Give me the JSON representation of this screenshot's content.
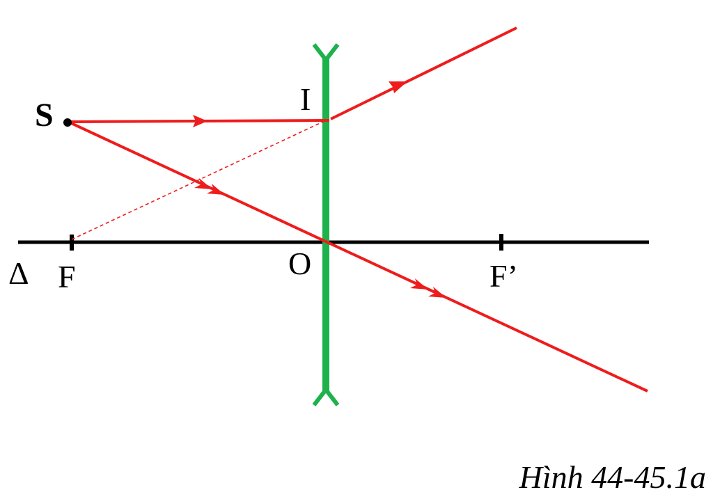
{
  "labels": {
    "source": "S",
    "incidence_point": "I",
    "optical_center": "O",
    "principal_axis": "Δ",
    "object_focus": "F",
    "image_focus": "F’"
  },
  "caption": "Hình 44-45.1a",
  "colors": {
    "ray": "#ee1c1c",
    "lens": "#1db24b",
    "axis": "#000000"
  }
}
